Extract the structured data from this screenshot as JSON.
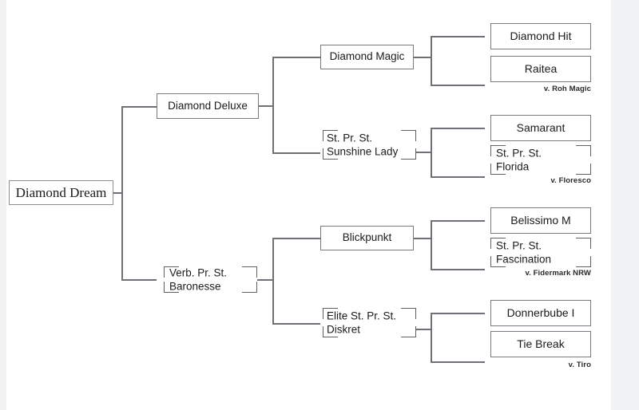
{
  "diagram": {
    "type": "pedigree-bracket",
    "generations": 4,
    "colors": {
      "background": "#ffffff",
      "gutter": "#f1f2f4",
      "box_border": "#777b80",
      "connector": "#6e7276",
      "text": "#1b1b1b"
    }
  },
  "root": {
    "name": "Diamond Dream"
  },
  "generation2": [
    {
      "name": "Diamond Deluxe",
      "style": "solid"
    },
    {
      "name": "Verb. Pr. St.\nBaronesse",
      "style": "bracket"
    }
  ],
  "generation3": [
    {
      "name": "Diamond Magic",
      "style": "solid"
    },
    {
      "name": "St. Pr. St.\nSunshine Lady",
      "style": "bracket"
    },
    {
      "name": "Blickpunkt",
      "style": "solid"
    },
    {
      "name": "Elite St. Pr. St.\nDiskret",
      "style": "bracket"
    }
  ],
  "generation4": [
    {
      "sire": "Diamond Hit",
      "sire_style": "solid",
      "dam": "Raitea",
      "dam_style": "solid",
      "dam_sire": "v. Roh Magic"
    },
    {
      "sire": "Samarant",
      "sire_style": "solid",
      "dam": "St. Pr. St.\nFlorida",
      "dam_style": "bracket",
      "dam_sire": "v. Floresco"
    },
    {
      "sire": "Belissimo M",
      "sire_style": "solid",
      "dam": "St. Pr. St.\nFascination",
      "dam_style": "bracket",
      "dam_sire": "v. Fidermark NRW"
    },
    {
      "sire": "Donnerbube I",
      "sire_style": "solid",
      "dam": "Tie Break",
      "dam_style": "solid",
      "dam_sire": "v. Tiro"
    }
  ]
}
